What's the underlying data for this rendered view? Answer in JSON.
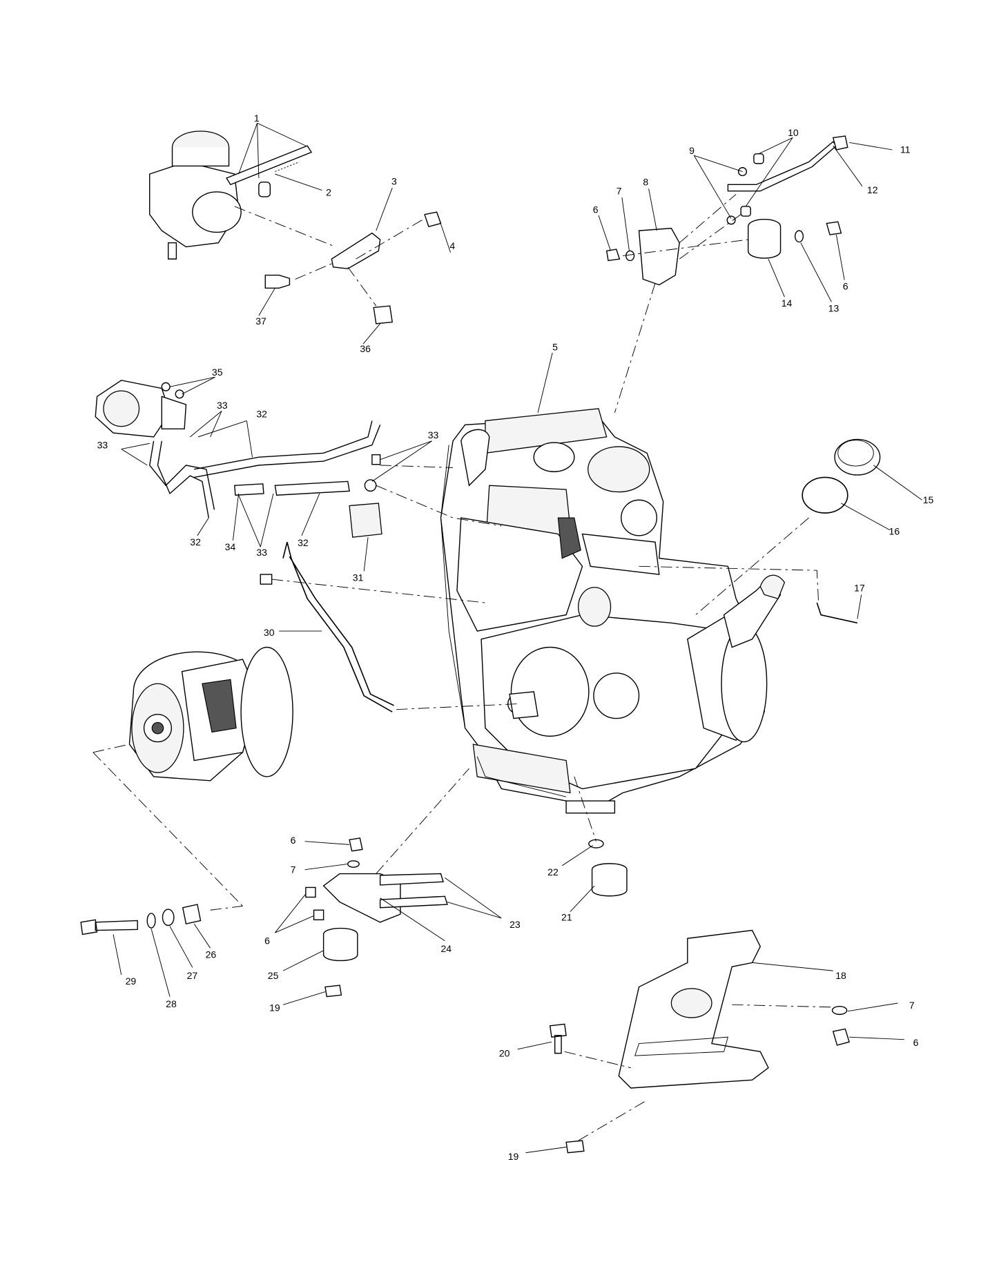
{
  "diagram": {
    "type": "exploded parts diagram",
    "callouts": {
      "c1": "1",
      "c2": "2",
      "c3": "3",
      "c4": "4",
      "c5": "5",
      "c6a": "6",
      "c6b": "6",
      "c6c": "6",
      "c6d": "6",
      "c6e": "6",
      "c7a": "7",
      "c7b": "7",
      "c7c": "7",
      "c8": "8",
      "c9": "9",
      "c10": "10",
      "c11": "11",
      "c12": "12",
      "c13": "13",
      "c14": "14",
      "c15": "15",
      "c16": "16",
      "c17": "17",
      "c18": "18",
      "c19a": "19",
      "c19b": "19",
      "c20": "20",
      "c21": "21",
      "c22": "22",
      "c23": "23",
      "c24": "24",
      "c25": "25",
      "c26": "26",
      "c27": "27",
      "c28": "28",
      "c29": "29",
      "c30": "30",
      "c31": "31",
      "c32a": "32",
      "c32b": "32",
      "c32c": "32",
      "c33a": "33",
      "c33b": "33",
      "c33c": "33",
      "c33d": "33",
      "c34": "34",
      "c35": "35",
      "c36": "36",
      "c37": "37"
    }
  }
}
